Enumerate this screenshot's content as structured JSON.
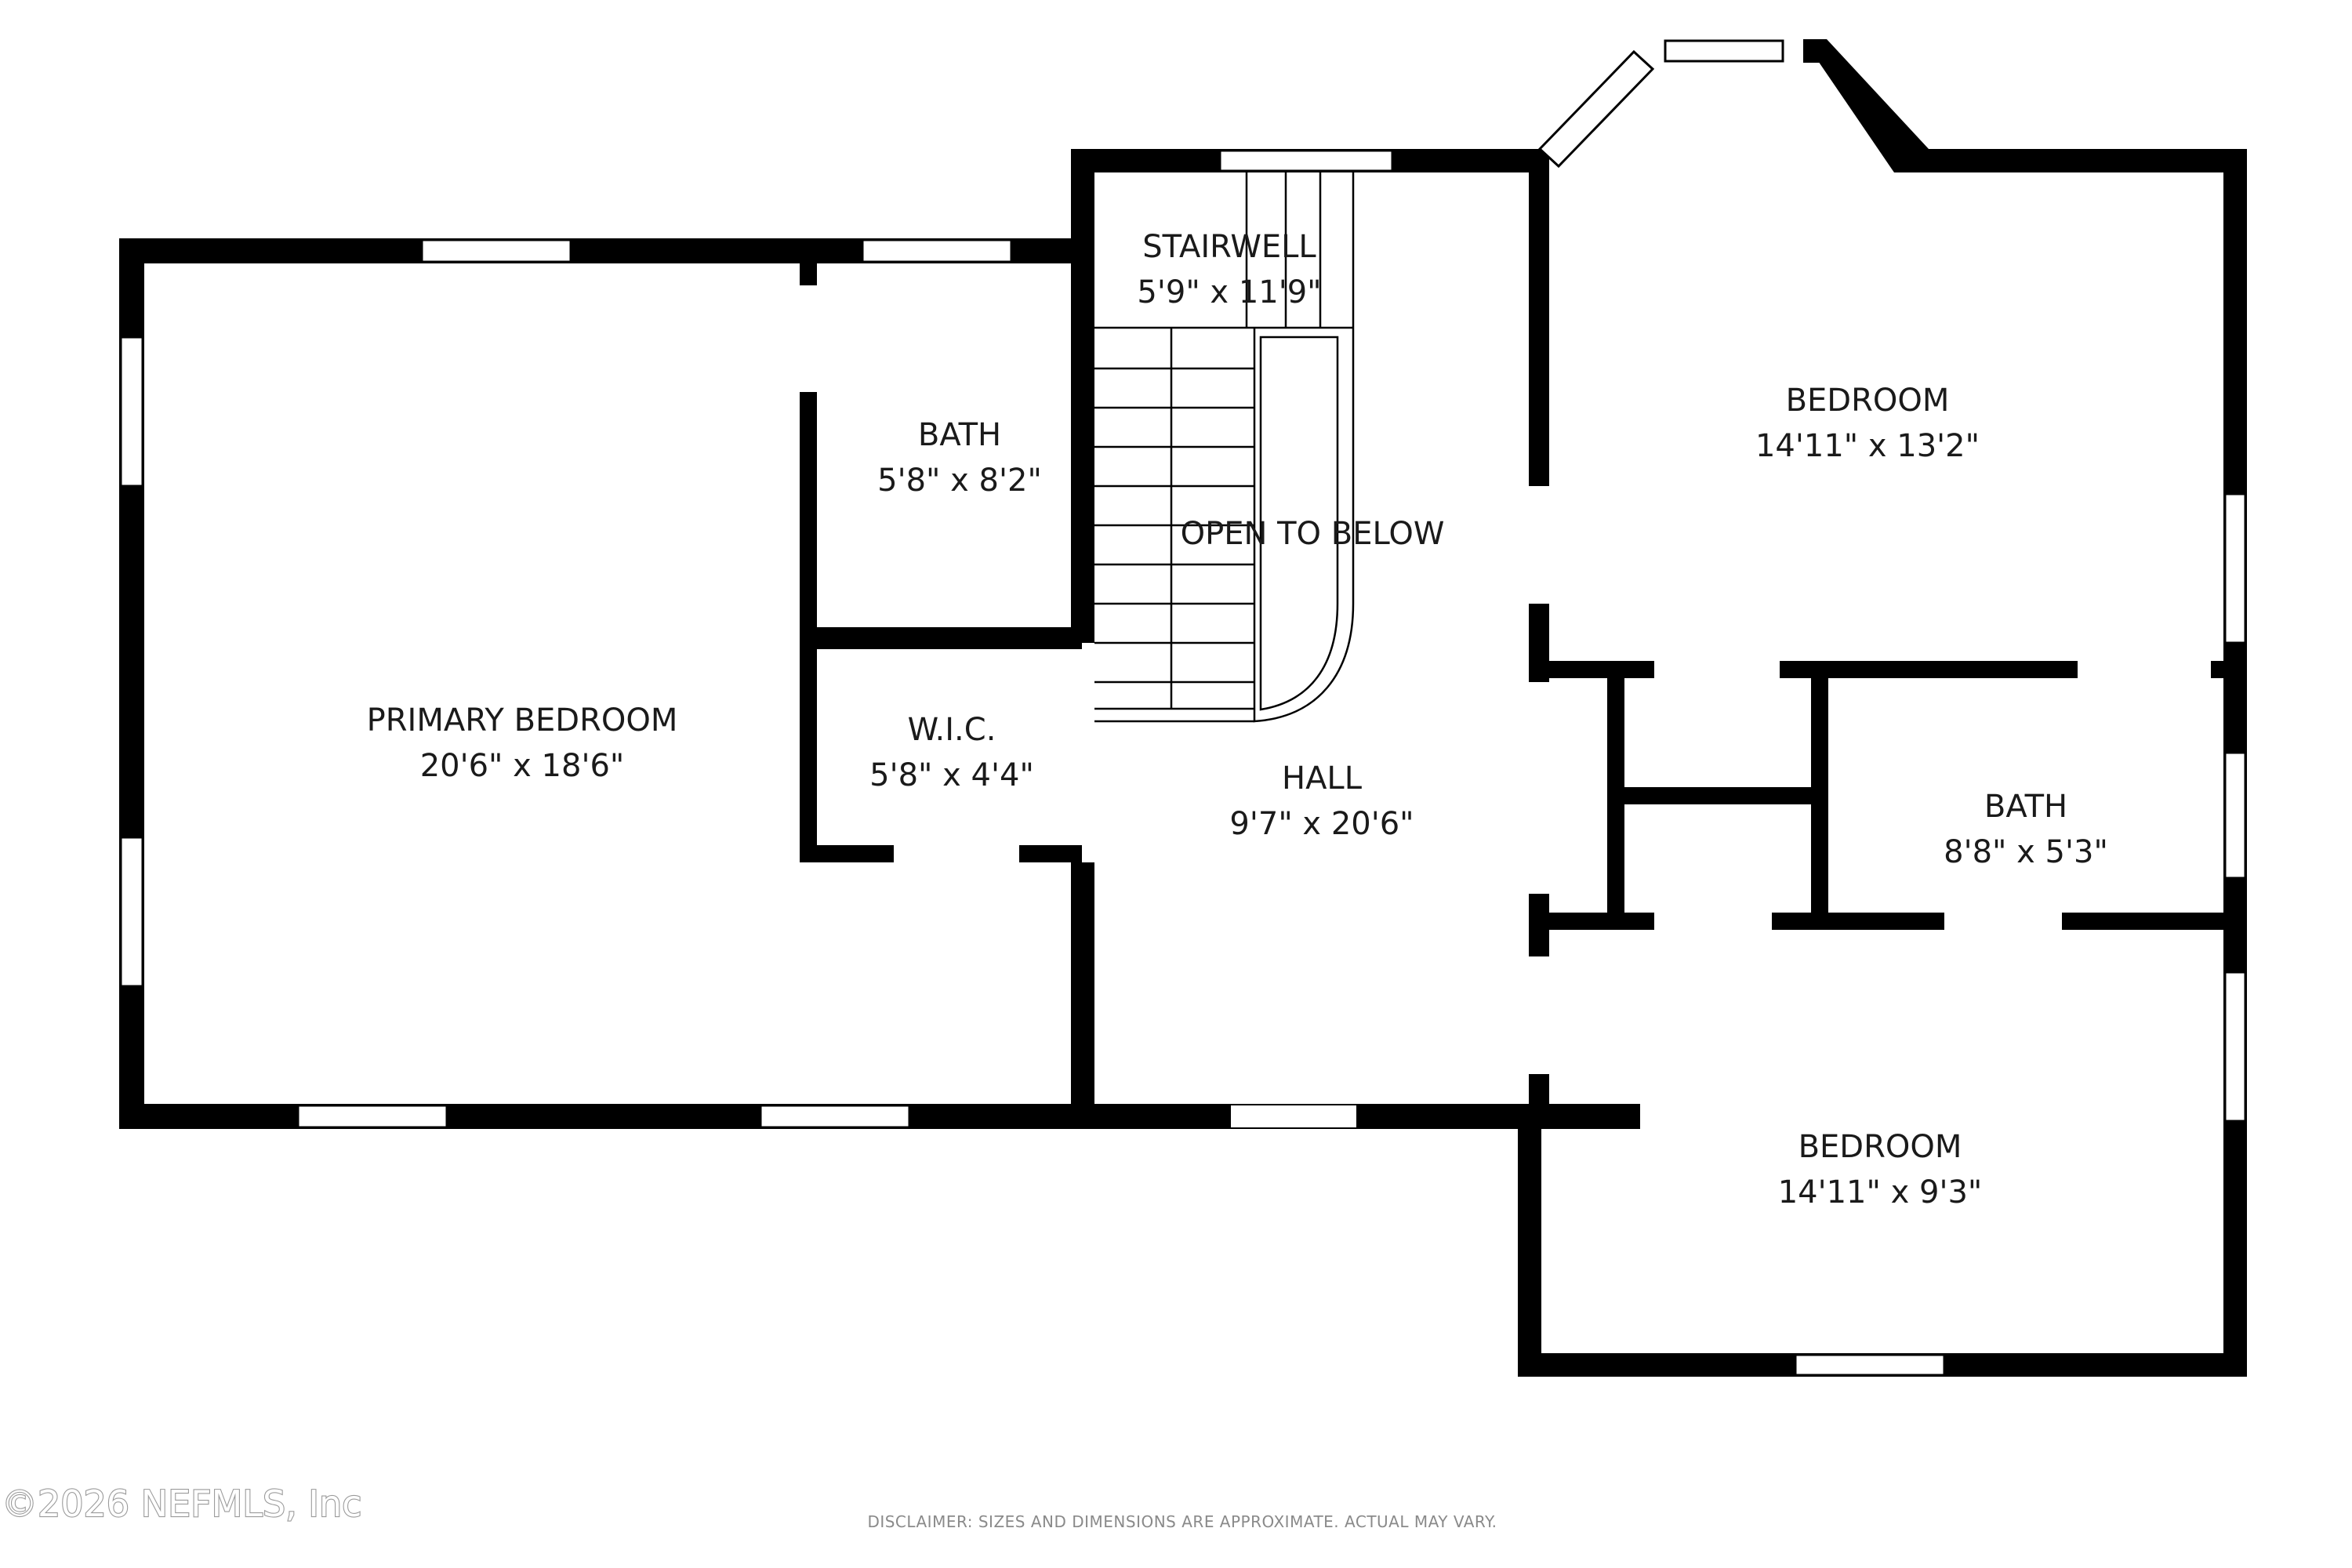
{
  "floor_plan": {
    "rooms": [
      {
        "name": "PRIMARY BEDROOM",
        "dims": "20'6\" x 18'6\""
      },
      {
        "name": "BATH",
        "dims": "5'8\" x 8'2\""
      },
      {
        "name": "W.I.C.",
        "dims": "5'8\" x 4'4\""
      },
      {
        "name": "STAIRWELL",
        "dims": "5'9\" x 11'9\""
      },
      {
        "name": "HALL",
        "dims": "9'7\" x 20'6\""
      },
      {
        "name": "BEDROOM",
        "dims": "14'11\" x 13'2\""
      },
      {
        "name": "BATH",
        "dims": "8'8\" x 5'3\""
      },
      {
        "name": "BEDROOM",
        "dims": "14'11\" x 9'3\""
      }
    ],
    "open_to_below": "OPEN TO BELOW"
  },
  "copyright": "©2026 NEFMLS, Inc",
  "disclaimer": "DISCLAIMER: SIZES AND DIMENSIONS ARE APPROXIMATE. ACTUAL MAY VARY."
}
